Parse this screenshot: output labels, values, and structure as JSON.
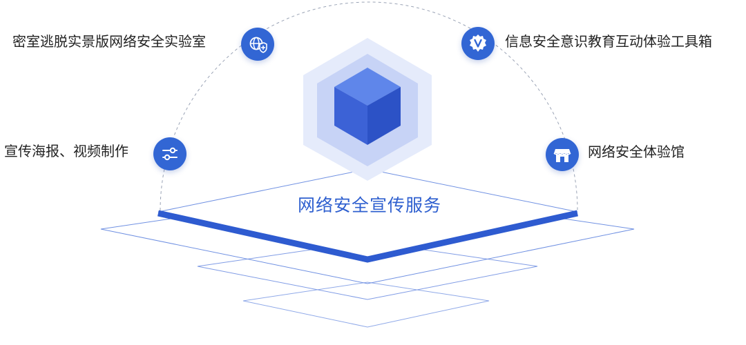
{
  "diagram": {
    "center_label": "网络安全宣传服务",
    "items": [
      {
        "id": "escape-lab",
        "label": "密室逃脱实景版网络安全实验室",
        "icon": "globe-shield-icon"
      },
      {
        "id": "toolbox",
        "label": "信息安全意识教育互动体验工具箱",
        "icon": "v-badge-icon"
      },
      {
        "id": "media",
        "label": "宣传海报、视频制作",
        "icon": "sliders-icon"
      },
      {
        "id": "hall",
        "label": "网络安全体验馆",
        "icon": "storefront-icon"
      }
    ]
  },
  "colors": {
    "accent": "#3266d4",
    "accent_dark": "#2a55c4",
    "hexagon_outer": "#e5ebfb",
    "hexagon_mid": "#c7d3f6",
    "cube_top": "#5f86ea",
    "cube_left": "#3c62d6",
    "cube_right": "#2c52c6",
    "thin_lines": "#6f90e2",
    "dashed_arc": "#9aa3b5"
  }
}
